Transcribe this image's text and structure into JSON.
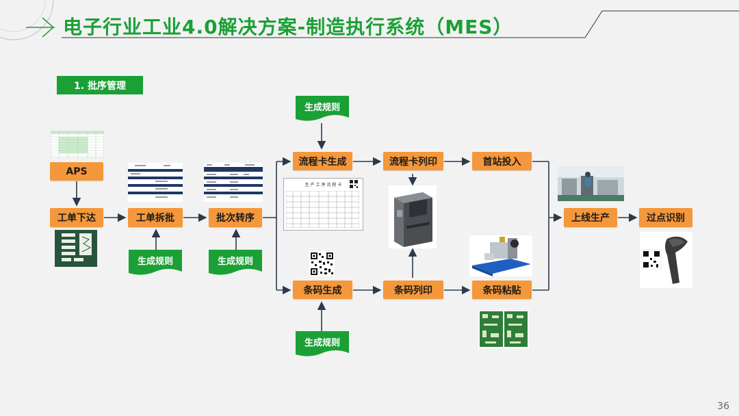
{
  "title": "电子行业工业4.0解决方案-制造执行系统（MES）",
  "section": "1. 批序管理",
  "boxes": {
    "aps": "APS",
    "work_order_issue": "工单下达",
    "work_order_split": "工单拆批",
    "batch_transfer": "批次转序",
    "flow_card_gen": "流程卡生成",
    "flow_card_print": "流程卡列印",
    "first_station": "首站投入",
    "barcode_gen": "条码生成",
    "barcode_print": "条码列印",
    "barcode_paste": "条码粘贴",
    "online_production": "上线生产",
    "pass_station": "过点识别"
  },
  "rules": {
    "rule_top": "生成规则",
    "rule_split": "生成规则",
    "rule_transfer": "生成规则",
    "rule_bottom": "生成规则"
  },
  "thumbnails": {
    "flow_card_title": "生 产 工 序 流 程 卡"
  },
  "page_number": "36",
  "colors": {
    "accent_green": "#1aa035",
    "box_orange": "#f5973b",
    "arrow": "#2d3a4a"
  }
}
